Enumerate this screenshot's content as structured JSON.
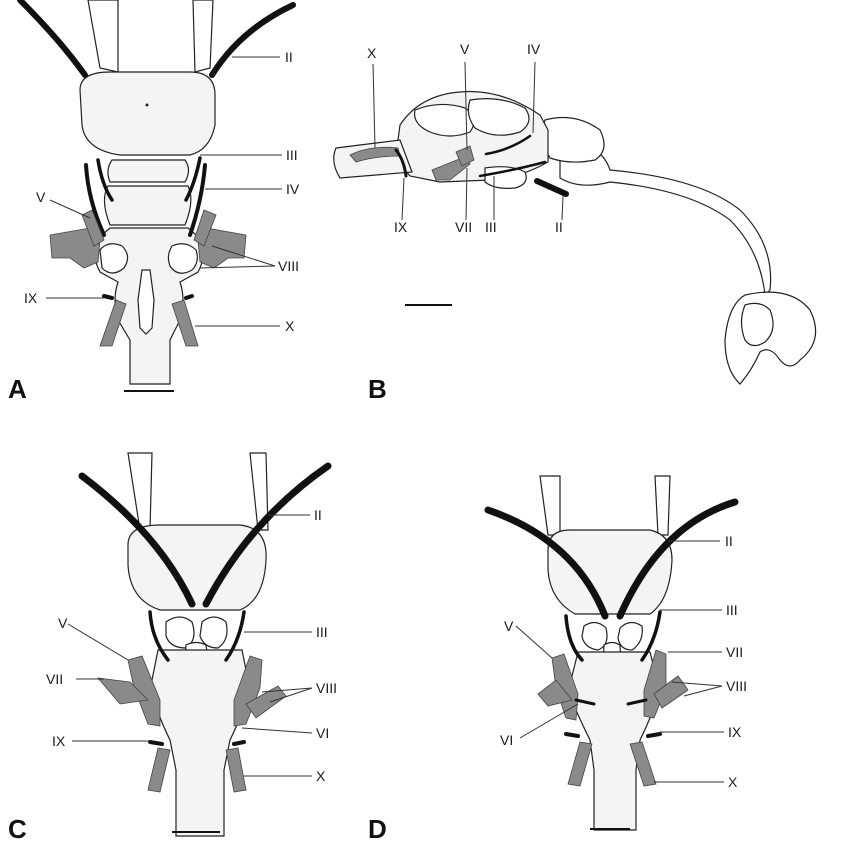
{
  "panels": {
    "A": {
      "letter": "A",
      "labels": {
        "II": "II",
        "III": "III",
        "IV": "IV",
        "V": "V",
        "VIII": "VIII",
        "IX": "IX",
        "X": "X"
      }
    },
    "B": {
      "letter": "B",
      "labels": {
        "X": "X",
        "V": "V",
        "IV": "IV",
        "IX": "IX",
        "VII": "VII",
        "III": "III",
        "II": "II"
      }
    },
    "C": {
      "letter": "C",
      "labels": {
        "II": "II",
        "V": "V",
        "III": "III",
        "VII": "VII",
        "VIII": "VIII",
        "IX": "IX",
        "VI": "VI",
        "X": "X"
      }
    },
    "D": {
      "letter": "D",
      "labels": {
        "II": "II",
        "III": "III",
        "V": "V",
        "VII": "VII",
        "VIII": "VIII",
        "VI": "VI",
        "IX": "IX",
        "X": "X"
      }
    }
  },
  "colors": {
    "dark_nerve": "#111111",
    "grey_nerve": "#8a8a8a",
    "outline": "#222222",
    "tissue": "#f4f4f4"
  }
}
